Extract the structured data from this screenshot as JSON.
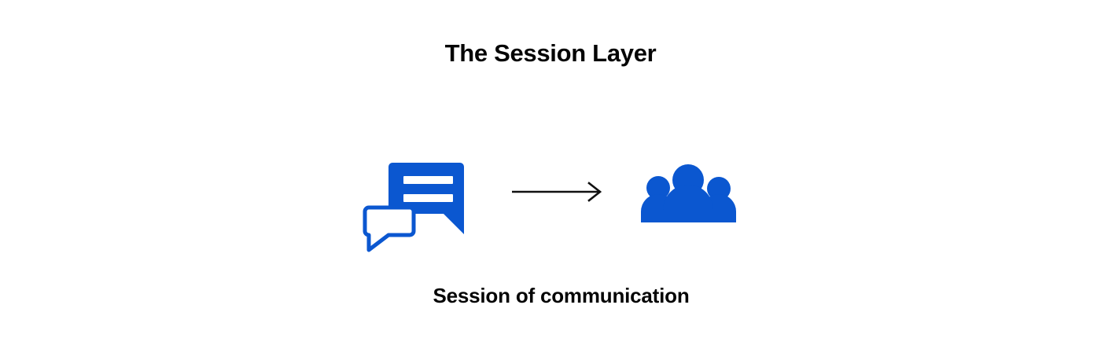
{
  "page": {
    "title": "The Session Layer",
    "caption": "Session of communication",
    "background_color": "#ffffff",
    "text_color": "#050505"
  },
  "colors": {
    "accent_blue": "#0B57D0",
    "arrow_black": "#111111",
    "bubble_inner_white": "#ffffff"
  },
  "diagram": {
    "type": "flow",
    "direction": "left-to-right",
    "nodes": [
      {
        "id": "chat",
        "icon": "chat-bubbles-icon",
        "description": "Two overlapping speech bubbles: a filled blue bubble with two white message lines and an outlined blue bubble",
        "color": "#0B57D0"
      },
      {
        "id": "people",
        "icon": "people-group-icon",
        "description": "Group of three people silhouettes",
        "color": "#0B57D0"
      }
    ],
    "connectors": [
      {
        "id": "arrow-1",
        "icon": "arrow-right-icon",
        "from": "chat",
        "to": "people",
        "color": "#111111"
      }
    ]
  }
}
